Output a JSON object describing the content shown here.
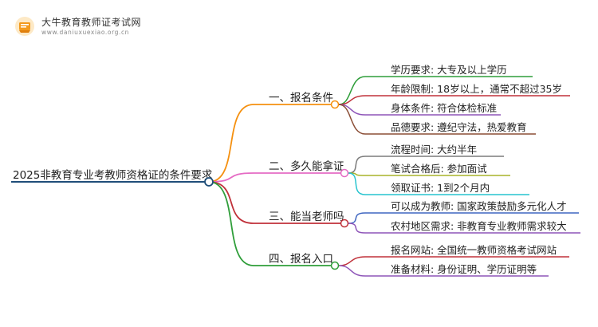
{
  "brand": {
    "name": "大牛教育教师证考试网",
    "url": "www.daniuxuexiao.org.cn"
  },
  "root": {
    "text": "2025非教育专业考教师资格证的条件要求",
    "color": "#1f4e79"
  },
  "branches": [
    {
      "label": "一、报名条件",
      "color": "#f5900f",
      "leaves": [
        {
          "text": "学历要求: 大专及以上学历",
          "color": "#2f9e3a"
        },
        {
          "text": "年龄限制: 18岁以上，通常不超过35岁",
          "color": "#c0313a"
        },
        {
          "text": "身体条件: 符合体检标准",
          "color": "#8e55b8"
        },
        {
          "text": "品德要求: 遵纪守法，热爱教育",
          "color": "#8b4e36"
        }
      ]
    },
    {
      "label": "二、多久能拿证",
      "color": "#e56bc4",
      "leaves": [
        {
          "text": "流程时间: 大约半年",
          "color": "#7b7b7b"
        },
        {
          "text": "笔试合格后: 参加面试",
          "color": "#a8b42a"
        },
        {
          "text": "领取证书: 1到2个月内",
          "color": "#27c4cf"
        }
      ]
    },
    {
      "label": "三、能当老师吗",
      "color": "#c0313a",
      "leaves": [
        {
          "text": "可以成为教师: 国家政策鼓励多元化人才",
          "color": "#3f66c0"
        },
        {
          "text": "农村地区需求: 非教育专业教师需求较大",
          "color": "#8e55b8"
        }
      ]
    },
    {
      "label": "四、报名入口",
      "color": "#2f9e3a",
      "leaves": [
        {
          "text": "报名网站: 全国统一教师资格考试网站",
          "color": "#c0313a"
        },
        {
          "text": "准备材料: 身份证明、学历证明等",
          "color": "#8e55b8"
        }
      ]
    }
  ]
}
